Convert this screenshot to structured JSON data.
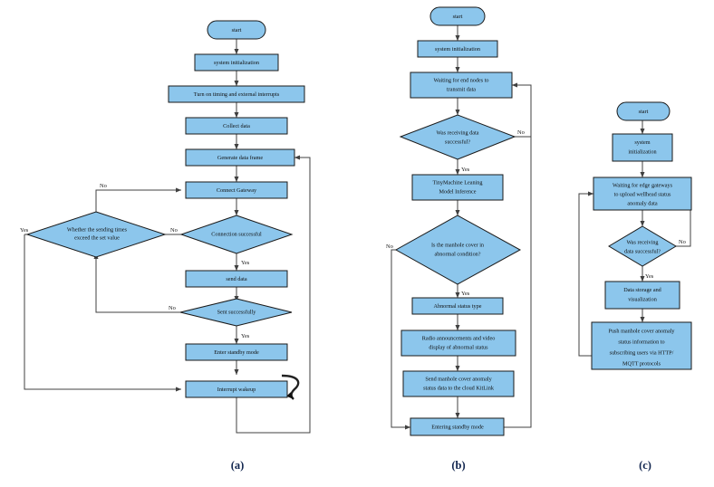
{
  "figure": {
    "type": "flowchart-figure",
    "panel_count": 3,
    "captions": [
      {
        "id": "a",
        "label": "(a)"
      },
      {
        "id": "b",
        "label": "(b)"
      },
      {
        "id": "c",
        "label": "(c)"
      }
    ],
    "colors": {
      "node_fill": "#8CC6EC",
      "node_stroke": "#1a1a1a",
      "line": "#404040",
      "caption": "#12264f",
      "background": "#ffffff"
    }
  },
  "panel_a": {
    "id": "a",
    "nodes": [
      {
        "key": "start",
        "shape": "terminator",
        "lines": [
          "start"
        ]
      },
      {
        "key": "sysinit",
        "shape": "process",
        "lines": [
          "system initialization"
        ]
      },
      {
        "key": "turnon",
        "shape": "process",
        "lines": [
          "Turn on timing and external interrupts"
        ]
      },
      {
        "key": "collect",
        "shape": "process",
        "lines": [
          "Collect data"
        ]
      },
      {
        "key": "genframe",
        "shape": "process",
        "lines": [
          "Generate data frame"
        ]
      },
      {
        "key": "connect",
        "shape": "process",
        "lines": [
          "Connect Gateway"
        ]
      },
      {
        "key": "connok",
        "shape": "decision",
        "lines": [
          "Connection successful"
        ]
      },
      {
        "key": "exceed",
        "shape": "decision",
        "lines": [
          "Whether the sending times",
          "exceed the set value"
        ]
      },
      {
        "key": "senddata",
        "shape": "process",
        "lines": [
          "send data"
        ]
      },
      {
        "key": "sentok",
        "shape": "decision",
        "lines": [
          "Sent successfully"
        ]
      },
      {
        "key": "standby",
        "shape": "process",
        "lines": [
          "Enter standby mode"
        ]
      },
      {
        "key": "wakeup",
        "shape": "process",
        "lines": [
          "Interrupt wakeup"
        ]
      }
    ],
    "edge_labels": [
      {
        "key": "no-to-connect",
        "text": "No"
      },
      {
        "key": "no-conn",
        "text": "No"
      },
      {
        "key": "yes-exceed",
        "text": "Yes"
      },
      {
        "key": "yes-conn",
        "text": "Yes"
      },
      {
        "key": "no-sent",
        "text": "No"
      },
      {
        "key": "yes-sent",
        "text": "Yes"
      }
    ]
  },
  "panel_b": {
    "id": "b",
    "nodes": [
      {
        "key": "start",
        "shape": "terminator",
        "lines": [
          "start"
        ]
      },
      {
        "key": "sysinit",
        "shape": "process",
        "lines": [
          "system initialization"
        ]
      },
      {
        "key": "waiting",
        "shape": "process",
        "lines": [
          "Waiting for end nodes to",
          "transmit data"
        ]
      },
      {
        "key": "recvok",
        "shape": "decision",
        "lines": [
          "Was receiving data",
          "successful?"
        ]
      },
      {
        "key": "tinyml",
        "shape": "process",
        "lines": [
          "TinyMachine Leaning",
          "Model Inference"
        ]
      },
      {
        "key": "abnormalq",
        "shape": "decision",
        "lines": [
          "Is the manhole cover in",
          "abnormal condition?"
        ]
      },
      {
        "key": "abtype",
        "shape": "process",
        "lines": [
          "Abnormal status type"
        ]
      },
      {
        "key": "radio",
        "shape": "process",
        "lines": [
          "Radio announcements and video",
          "display of abnormal status"
        ]
      },
      {
        "key": "sendcloud",
        "shape": "process",
        "lines": [
          "Send manhole cover anomaly",
          "status data to the cloud KitLink"
        ]
      },
      {
        "key": "standby",
        "shape": "process",
        "lines": [
          "Entering standby mode"
        ]
      }
    ],
    "edge_labels": [
      {
        "key": "no-recv",
        "text": "No"
      },
      {
        "key": "yes-recv",
        "text": "Yes"
      },
      {
        "key": "no-abnormal",
        "text": "No"
      },
      {
        "key": "yes-abnormal",
        "text": "Yes"
      }
    ]
  },
  "panel_c": {
    "id": "c",
    "nodes": [
      {
        "key": "start",
        "shape": "terminator",
        "lines": [
          "start"
        ]
      },
      {
        "key": "sysinit",
        "shape": "process",
        "lines": [
          "system",
          "initialization"
        ]
      },
      {
        "key": "waiting",
        "shape": "process",
        "lines": [
          "Waiting for edge gateways",
          "to upload wellhead status",
          "anomaly data"
        ]
      },
      {
        "key": "recvok",
        "shape": "decision",
        "lines": [
          "Was receiving",
          "data successful?"
        ]
      },
      {
        "key": "storage",
        "shape": "process",
        "lines": [
          "Data storage and",
          "visualization"
        ]
      },
      {
        "key": "push",
        "shape": "process",
        "lines": [
          "Push manhole cover anomaly",
          "status information to",
          "subscribing users via HTTP/",
          "MQTT protocols"
        ]
      }
    ],
    "edge_labels": [
      {
        "key": "no-recv",
        "text": "No"
      },
      {
        "key": "yes-recv",
        "text": "Yes"
      }
    ]
  }
}
